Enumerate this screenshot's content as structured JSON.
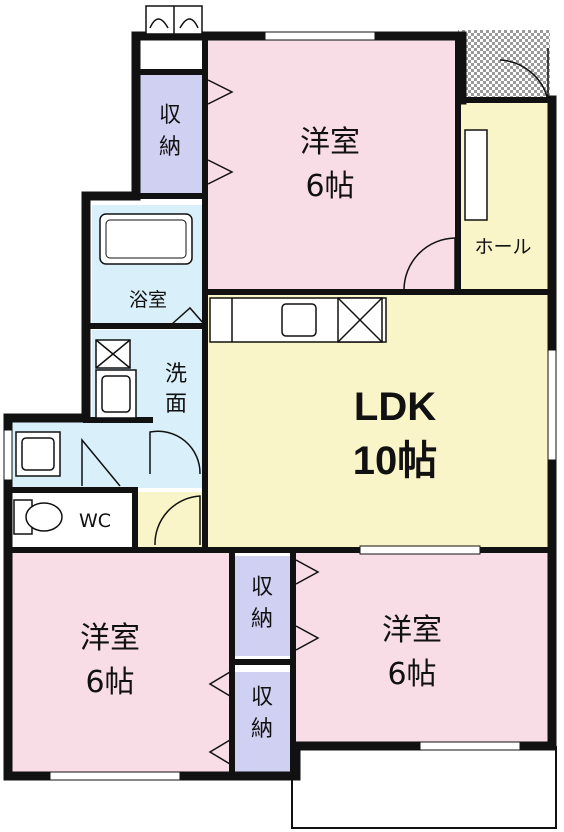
{
  "colors": {
    "bedroom": "#f8dde6",
    "ldk": "#faf5c8",
    "wet": "#d9f0fa",
    "storage": "#cfd0f2",
    "wall": "#111111",
    "window": "#ffffff",
    "hatch": "#8a8a8a"
  },
  "rooms": {
    "bedroom_top": {
      "name": "洋室",
      "size": "6帖"
    },
    "bedroom_left": {
      "name": "洋室",
      "size": "6帖"
    },
    "bedroom_right": {
      "name": "洋室",
      "size": "6帖"
    },
    "ldk": {
      "name": "LDK",
      "size": "10帖"
    },
    "hall": {
      "name": "ホール"
    },
    "bath": {
      "name": "浴室"
    },
    "washroom": {
      "name": "洗面"
    },
    "toilet": {
      "name": "WC"
    }
  },
  "storage": {
    "top": {
      "label": "収納"
    },
    "middle": {
      "label": "収納"
    },
    "bottom": {
      "label": "収納"
    }
  }
}
